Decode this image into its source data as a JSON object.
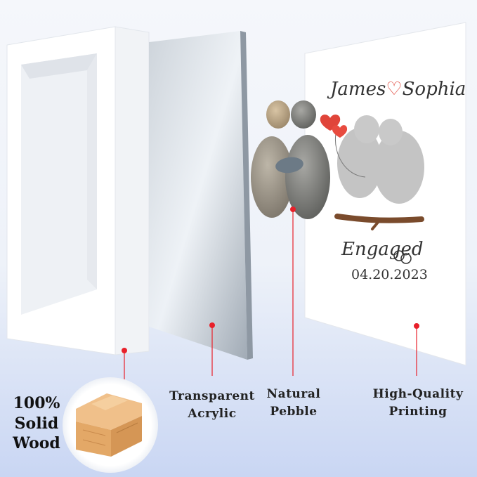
{
  "labels": {
    "acrylic_line1": "Transparent",
    "acrylic_line2": "Acrylic",
    "pebble_line1": "Natural",
    "pebble_line2": "Pebble",
    "printing_line1": "High-Quality",
    "printing_line2": "Printing",
    "wood_line1": "100%",
    "wood_line2": "Solid",
    "wood_line3": "Wood"
  },
  "print": {
    "name_left": "James",
    "name_right": "Sophia",
    "caption": "Engaged",
    "date": "04.20.2023"
  },
  "colors": {
    "marker_red": "#e8202a",
    "frame_white": "#ffffff",
    "acrylic": "#b8c0c8",
    "heart_red": "#e0453a",
    "wood": "#e8b47e"
  },
  "icons": [
    "heart-icon",
    "rings-icon"
  ]
}
